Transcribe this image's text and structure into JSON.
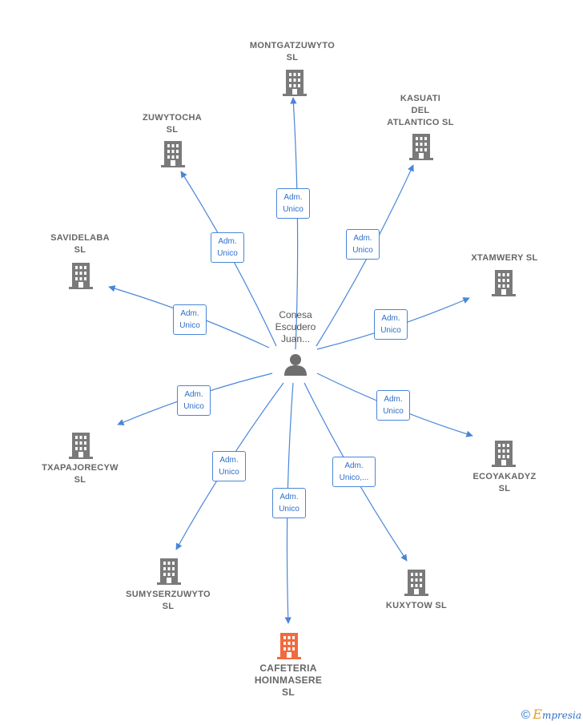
{
  "center": {
    "label": "Conesa\nEscudero\nJuan..."
  },
  "nodes": [
    {
      "id": "montgatzuwyto",
      "label": "MONTGATZUWYTO\nSL",
      "role": "Adm.\nUnico"
    },
    {
      "id": "kasuati",
      "label": "KASUATI\nDEL\nATLANTICO  SL",
      "role": "Adm.\nUnico"
    },
    {
      "id": "zuwytocha",
      "label": "ZUWYTOCHA\nSL",
      "role": "Adm.\nUnico"
    },
    {
      "id": "savidelaba",
      "label": "SAVIDELABA\nSL",
      "role": "Adm.\nUnico"
    },
    {
      "id": "xtamwery",
      "label": "XTAMWERY  SL",
      "role": "Adm.\nUnico"
    },
    {
      "id": "txapajorecyw",
      "label": "TXAPAJORECYW\nSL",
      "role": "Adm.\nUnico"
    },
    {
      "id": "ecoyakadyz",
      "label": "ECOYAKADYZ\nSL",
      "role": "Adm.\nUnico"
    },
    {
      "id": "sumyserzuwyto",
      "label": "SUMYSERZUWYTO\nSL",
      "role": "Adm.\nUnico"
    },
    {
      "id": "kuxytow",
      "label": "KUXYTOW  SL",
      "role": "Adm.\nUnico,..."
    },
    {
      "id": "cafeteria",
      "label": "CAFETERIA\nHOINMASERE\nSL",
      "role": "Adm.\nUnico",
      "highlight": true
    }
  ],
  "colors": {
    "edge": "#4a86d8",
    "building": "#7a7a7a",
    "highlight": "#f26a3d",
    "person": "#6e6e6e"
  },
  "footer": {
    "copyright": "©",
    "brand_initial": "E",
    "brand_rest": "mpresia"
  }
}
